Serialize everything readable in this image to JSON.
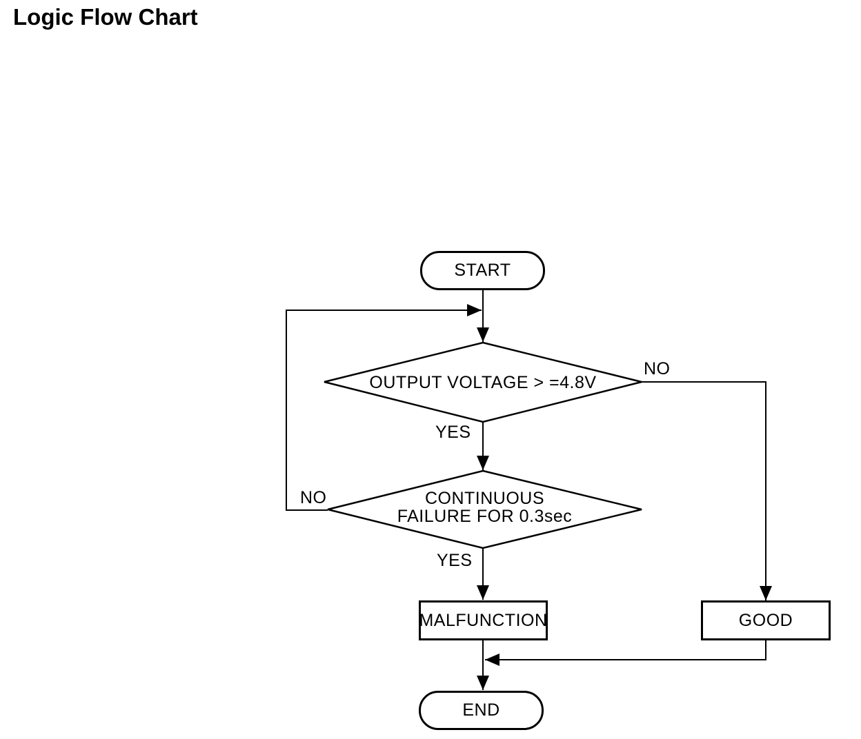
{
  "title": "Logic Flow Chart",
  "flowchart": {
    "nodes": {
      "start": {
        "type": "terminator",
        "label": "START"
      },
      "decision1": {
        "type": "decision",
        "label": "OUTPUT VOLTAGE > =4.8V"
      },
      "decision2": {
        "type": "decision",
        "lines": [
          "CONTINUOUS",
          "FAILURE FOR 0.3sec"
        ]
      },
      "malfunction": {
        "type": "process",
        "label": "MALFUNCTION"
      },
      "good": {
        "type": "process",
        "label": "GOOD"
      },
      "end": {
        "type": "terminator",
        "label": "END"
      }
    },
    "edges": [
      {
        "from": "start",
        "to": "decision1",
        "label": ""
      },
      {
        "from": "decision1",
        "to": "good",
        "label": "NO"
      },
      {
        "from": "decision1",
        "to": "decision2",
        "label": "YES"
      },
      {
        "from": "decision2",
        "to": "decision1",
        "label": "NO"
      },
      {
        "from": "decision2",
        "to": "malfunction",
        "label": "YES"
      },
      {
        "from": "malfunction",
        "to": "end",
        "label": ""
      },
      {
        "from": "good",
        "to": "end",
        "label": ""
      }
    ],
    "colors": {
      "line": "#000000",
      "text": "#000000",
      "background": "#ffffff"
    }
  }
}
